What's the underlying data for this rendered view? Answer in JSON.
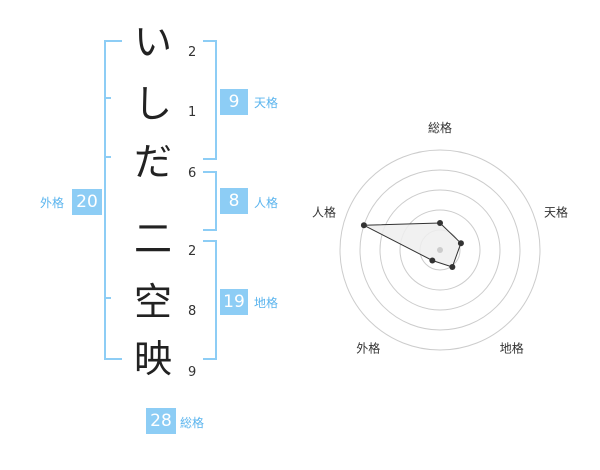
{
  "colors": {
    "accent": "#8dcdf5",
    "accent_text": "#5ab4ee",
    "radar_fill": "#eeeeee",
    "radar_stroke": "#333333",
    "grid": "#cccccc"
  },
  "name": {
    "surname": [
      {
        "char": "い",
        "strokes": "2"
      },
      {
        "char": "し",
        "strokes": "1"
      },
      {
        "char": "だ",
        "strokes": "6"
      }
    ],
    "given": [
      {
        "char": "二",
        "strokes": "2"
      },
      {
        "char": "空",
        "strokes": "8"
      },
      {
        "char": "映",
        "strokes": "9"
      }
    ]
  },
  "kakusu": {
    "tenkaku": {
      "label": "天格",
      "value": "9"
    },
    "jinkaku": {
      "label": "人格",
      "value": "8"
    },
    "chikaku": {
      "label": "地格",
      "value": "19"
    },
    "gaikaku": {
      "label": "外格",
      "value": "20"
    },
    "soukaku": {
      "label": "総格",
      "value": "28"
    }
  },
  "chart_data": {
    "type": "radar",
    "axes": [
      "総格",
      "天格",
      "地格",
      "外格",
      "人格"
    ],
    "values": [
      1.35,
      1.1,
      1.05,
      0.65,
      4.0
    ],
    "range": [
      0,
      5
    ],
    "grid_rings": 5
  }
}
